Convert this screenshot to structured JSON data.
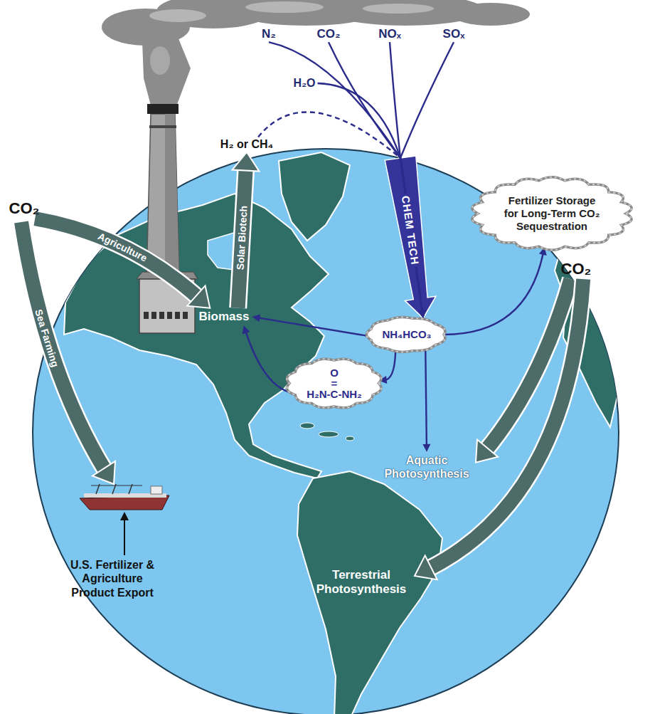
{
  "diagram": {
    "nodes": [
      {
        "text": [
          "CO₂"
        ]
      },
      {
        "text": [
          "N₂"
        ]
      },
      {
        "text": [
          "CO₂"
        ]
      },
      {
        "text": [
          "NOₓ"
        ]
      },
      {
        "text": [
          "SOₓ"
        ]
      },
      {
        "text": [
          "H₂O"
        ]
      },
      {
        "text": [
          "H₂ or CH₄"
        ]
      },
      {
        "text": [
          "Fertilizer Storage for Long-Term CO₂ Sequestration"
        ]
      },
      {
        "text": [
          "NH₄HCO₃"
        ]
      },
      {
        "text": [
          "O",
          "=",
          "H₂N-C-NH₂"
        ]
      },
      {
        "text": [
          "Biomass"
        ]
      },
      {
        "text": [
          "Aquatic Photosynthesis"
        ]
      },
      {
        "text": [
          "Terrestrial Photosynthesis"
        ]
      },
      {
        "text": [
          "CO₂"
        ]
      },
      {
        "text": [
          "U.S. Fertilizer & Agriculture Product Export"
        ]
      }
    ],
    "edges": [
      {
        "from": 0,
        "to": 10,
        "label": "Agriculture",
        "arrow": "to"
      },
      {
        "from": 10,
        "to": 6,
        "label": "Solar Biotech",
        "arrow": "to"
      },
      {
        "from": 1,
        "to": 8,
        "arrow": "to"
      },
      {
        "from": 2,
        "to": 8,
        "arrow": "to"
      },
      {
        "from": 3,
        "to": 8,
        "arrow": "to"
      },
      {
        "from": 4,
        "to": 8,
        "arrow": "to"
      },
      {
        "from": 5,
        "to": 8,
        "arrow": "to"
      },
      {
        "from": 6,
        "to": 8,
        "arrow": "to"
      },
      {
        "from": 8,
        "to": 10,
        "arrow": "to"
      },
      {
        "from": 8,
        "to": 9,
        "arrow": "to"
      },
      {
        "from": 8,
        "to": 11,
        "arrow": "to"
      },
      {
        "from": 8,
        "to": 7,
        "arrow": "to"
      },
      {
        "from": 9,
        "to": 10,
        "arrow": "to"
      },
      {
        "from": 13,
        "to": 11,
        "arrow": "to"
      },
      {
        "from": 13,
        "to": 12,
        "arrow": "to"
      }
    ],
    "labels": [
      "CHEM TECH",
      "Sea Farming"
    ]
  }
}
